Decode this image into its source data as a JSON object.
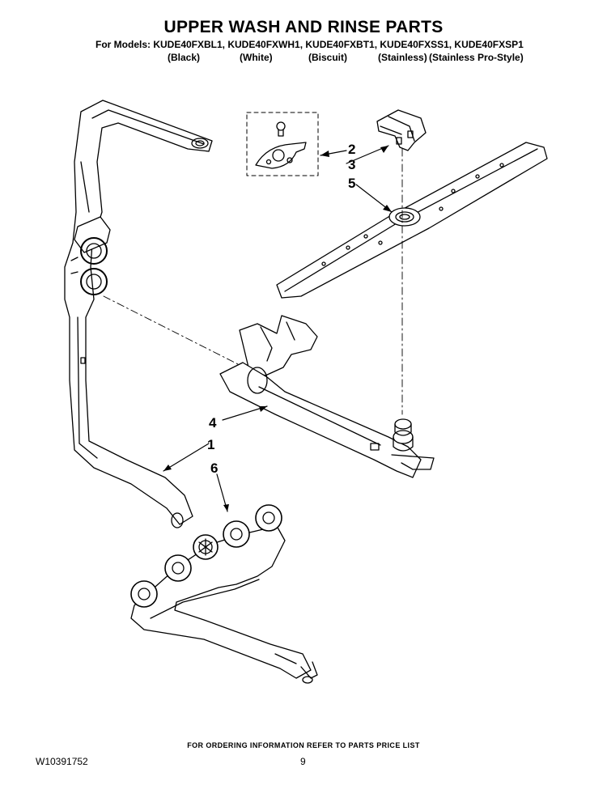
{
  "header": {
    "title": "UPPER WASH AND RINSE PARTS",
    "models": "For Models: KUDE40FXBL1, KUDE40FXWH1, KUDE40FXBT1, KUDE40FXSS1, KUDE40FXSP1",
    "colors": [
      "(Black)",
      "(White)",
      "(Biscuit)",
      "(Stainless)",
      "(Stainless Pro-Style)"
    ]
  },
  "callouts": [
    "1",
    "2",
    "3",
    "4",
    "5",
    "6"
  ],
  "footer": {
    "note": "FOR ORDERING INFORMATION REFER TO PARTS PRICE LIST",
    "doc_number": "W10391752",
    "page_number": "9"
  }
}
